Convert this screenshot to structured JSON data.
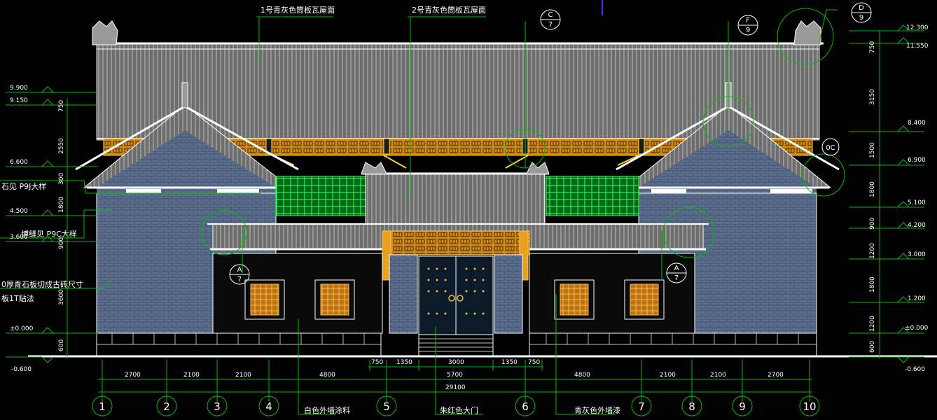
{
  "colors": {
    "background": "#000000",
    "green": "#00c000",
    "wall_blue": "#5a6e8c",
    "gold": "#e8a020",
    "roof_gray": "#8a8a8a",
    "white": "#ffffff",
    "bright_green": "#00ff40"
  },
  "callouts": {
    "roof1": "1号青灰色筒板瓦屋面",
    "roof2": "2号青灰色筒板瓦屋面",
    "white_paint": "白色外墙涂料",
    "red_door": "朱红色大门",
    "gray_paint": "青灰色外墙漆",
    "left_1": "石见 P9J大样",
    "left_2": "博缝见 P9C大样",
    "left_3": "0厚青石板切成古砖尺寸",
    "left_4": "板1T贴法"
  },
  "detail_tags": {
    "c7": [
      "C",
      "7"
    ],
    "f9": [
      "F",
      "9"
    ],
    "d9": [
      "D",
      "9"
    ],
    "oc": "0C",
    "a7_left": [
      "A",
      "7"
    ],
    "a7_right": [
      "A",
      "7"
    ]
  },
  "left_levels": [
    "9.900",
    "9.150",
    "6.600",
    "4.500",
    "3.600",
    "±0.000",
    "-0.600"
  ],
  "left_dims": [
    "750",
    "2550",
    "300",
    "1800",
    "900",
    "3600",
    "600"
  ],
  "right_levels": [
    "12.300",
    "11.550",
    "8.400",
    "6.900",
    "5.100",
    "4.200",
    "3.000",
    "1.200",
    "±0.000",
    "-0.600"
  ],
  "right_dims": [
    "750",
    "3150",
    "1500",
    "1800",
    "900",
    "1200",
    "1800",
    "1200",
    "600"
  ],
  "bottom_dims_1": [
    "750",
    "1350",
    "3000",
    "1350",
    "750"
  ],
  "bottom_dims_2": [
    "2700",
    "2100",
    "2100",
    "4800",
    "5700",
    "4800",
    "2100",
    "2100",
    "2700"
  ],
  "total_dim": "29100",
  "grid_axes": [
    "1",
    "2",
    "3",
    "4",
    "5",
    "6",
    "7",
    "8",
    "9",
    "10"
  ]
}
